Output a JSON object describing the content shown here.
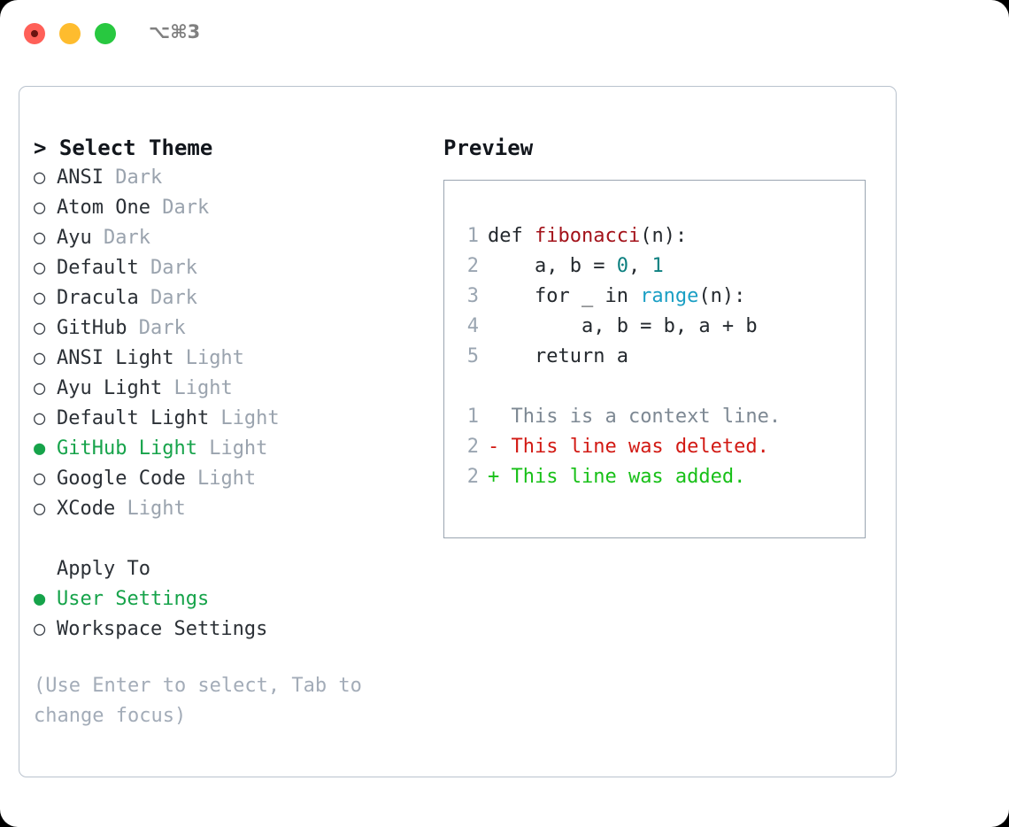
{
  "titlebar": {
    "shortcut": "⌥⌘3",
    "lights": [
      {
        "name": "close",
        "color": "#ff6058"
      },
      {
        "name": "minimize",
        "color": "#febc2e"
      },
      {
        "name": "maximize",
        "color": "#28c840"
      }
    ]
  },
  "theme_picker": {
    "header": "> Select Theme",
    "bullet_unselected": "○",
    "bullet_selected": "●",
    "accent_color": "#16a34a",
    "items": [
      {
        "label": "ANSI",
        "variant": "Dark",
        "selected": false
      },
      {
        "label": "Atom One",
        "variant": "Dark",
        "selected": false
      },
      {
        "label": "Ayu",
        "variant": "Dark",
        "selected": false
      },
      {
        "label": "Default",
        "variant": "Dark",
        "selected": false
      },
      {
        "label": "Dracula",
        "variant": "Dark",
        "selected": false
      },
      {
        "label": "GitHub",
        "variant": "Dark",
        "selected": false
      },
      {
        "label": "ANSI Light",
        "variant": "Light",
        "selected": false
      },
      {
        "label": "Ayu Light",
        "variant": "Light",
        "selected": false
      },
      {
        "label": "Default Light",
        "variant": "Light",
        "selected": false
      },
      {
        "label": "GitHub Light",
        "variant": "Light",
        "selected": true
      },
      {
        "label": "Google Code",
        "variant": "Light",
        "selected": false
      },
      {
        "label": "XCode",
        "variant": "Light",
        "selected": false
      }
    ]
  },
  "apply_to": {
    "title": "Apply To",
    "options": [
      {
        "label": "User Settings",
        "selected": true
      },
      {
        "label": "Workspace Settings",
        "selected": false
      }
    ]
  },
  "hint": "(Use Enter to select, Tab to change focus)",
  "preview": {
    "title": "Preview",
    "code_lines": [
      {
        "num": "1",
        "tokens": [
          {
            "t": "def ",
            "c": "plain"
          },
          {
            "t": "fibonacci",
            "c": "fn"
          },
          {
            "t": "(n):",
            "c": "plain"
          }
        ]
      },
      {
        "num": "2",
        "tokens": [
          {
            "t": "    a, b = ",
            "c": "plain"
          },
          {
            "t": "0",
            "c": "num"
          },
          {
            "t": ", ",
            "c": "plain"
          },
          {
            "t": "1",
            "c": "num"
          }
        ]
      },
      {
        "num": "3",
        "tokens": [
          {
            "t": "    for _ in ",
            "c": "plain"
          },
          {
            "t": "range",
            "c": "builtin"
          },
          {
            "t": "(n):",
            "c": "plain"
          }
        ]
      },
      {
        "num": "4",
        "tokens": [
          {
            "t": "        a, b = b, a + b",
            "c": "plain"
          }
        ]
      },
      {
        "num": "5",
        "tokens": [
          {
            "t": "    return a",
            "c": "plain"
          }
        ]
      }
    ],
    "diff_lines": [
      {
        "num": "1",
        "marker": " ",
        "text": " This is a context line.",
        "kind": "ctx"
      },
      {
        "num": "2",
        "marker": "-",
        "text": " This line was deleted.",
        "kind": "del"
      },
      {
        "num": "2",
        "marker": "+",
        "text": " This line was added.",
        "kind": "add"
      }
    ]
  }
}
